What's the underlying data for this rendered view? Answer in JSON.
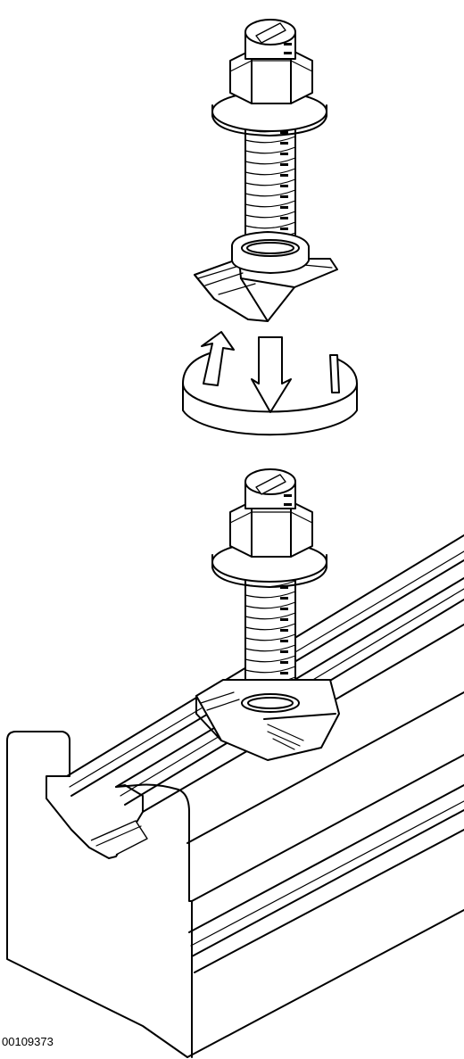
{
  "drawing": {
    "id_label": "00109373"
  },
  "illustration": {
    "top_part": "bolt-with-flanged-nut-and-t-slot-nut",
    "rotation_indicator": "curved-arrows-around-ellipse",
    "insertion_indicator": "down-arrow",
    "bottom_part": "bolt-and-t-slot-nut-inserted-in-aluminium-profile"
  }
}
